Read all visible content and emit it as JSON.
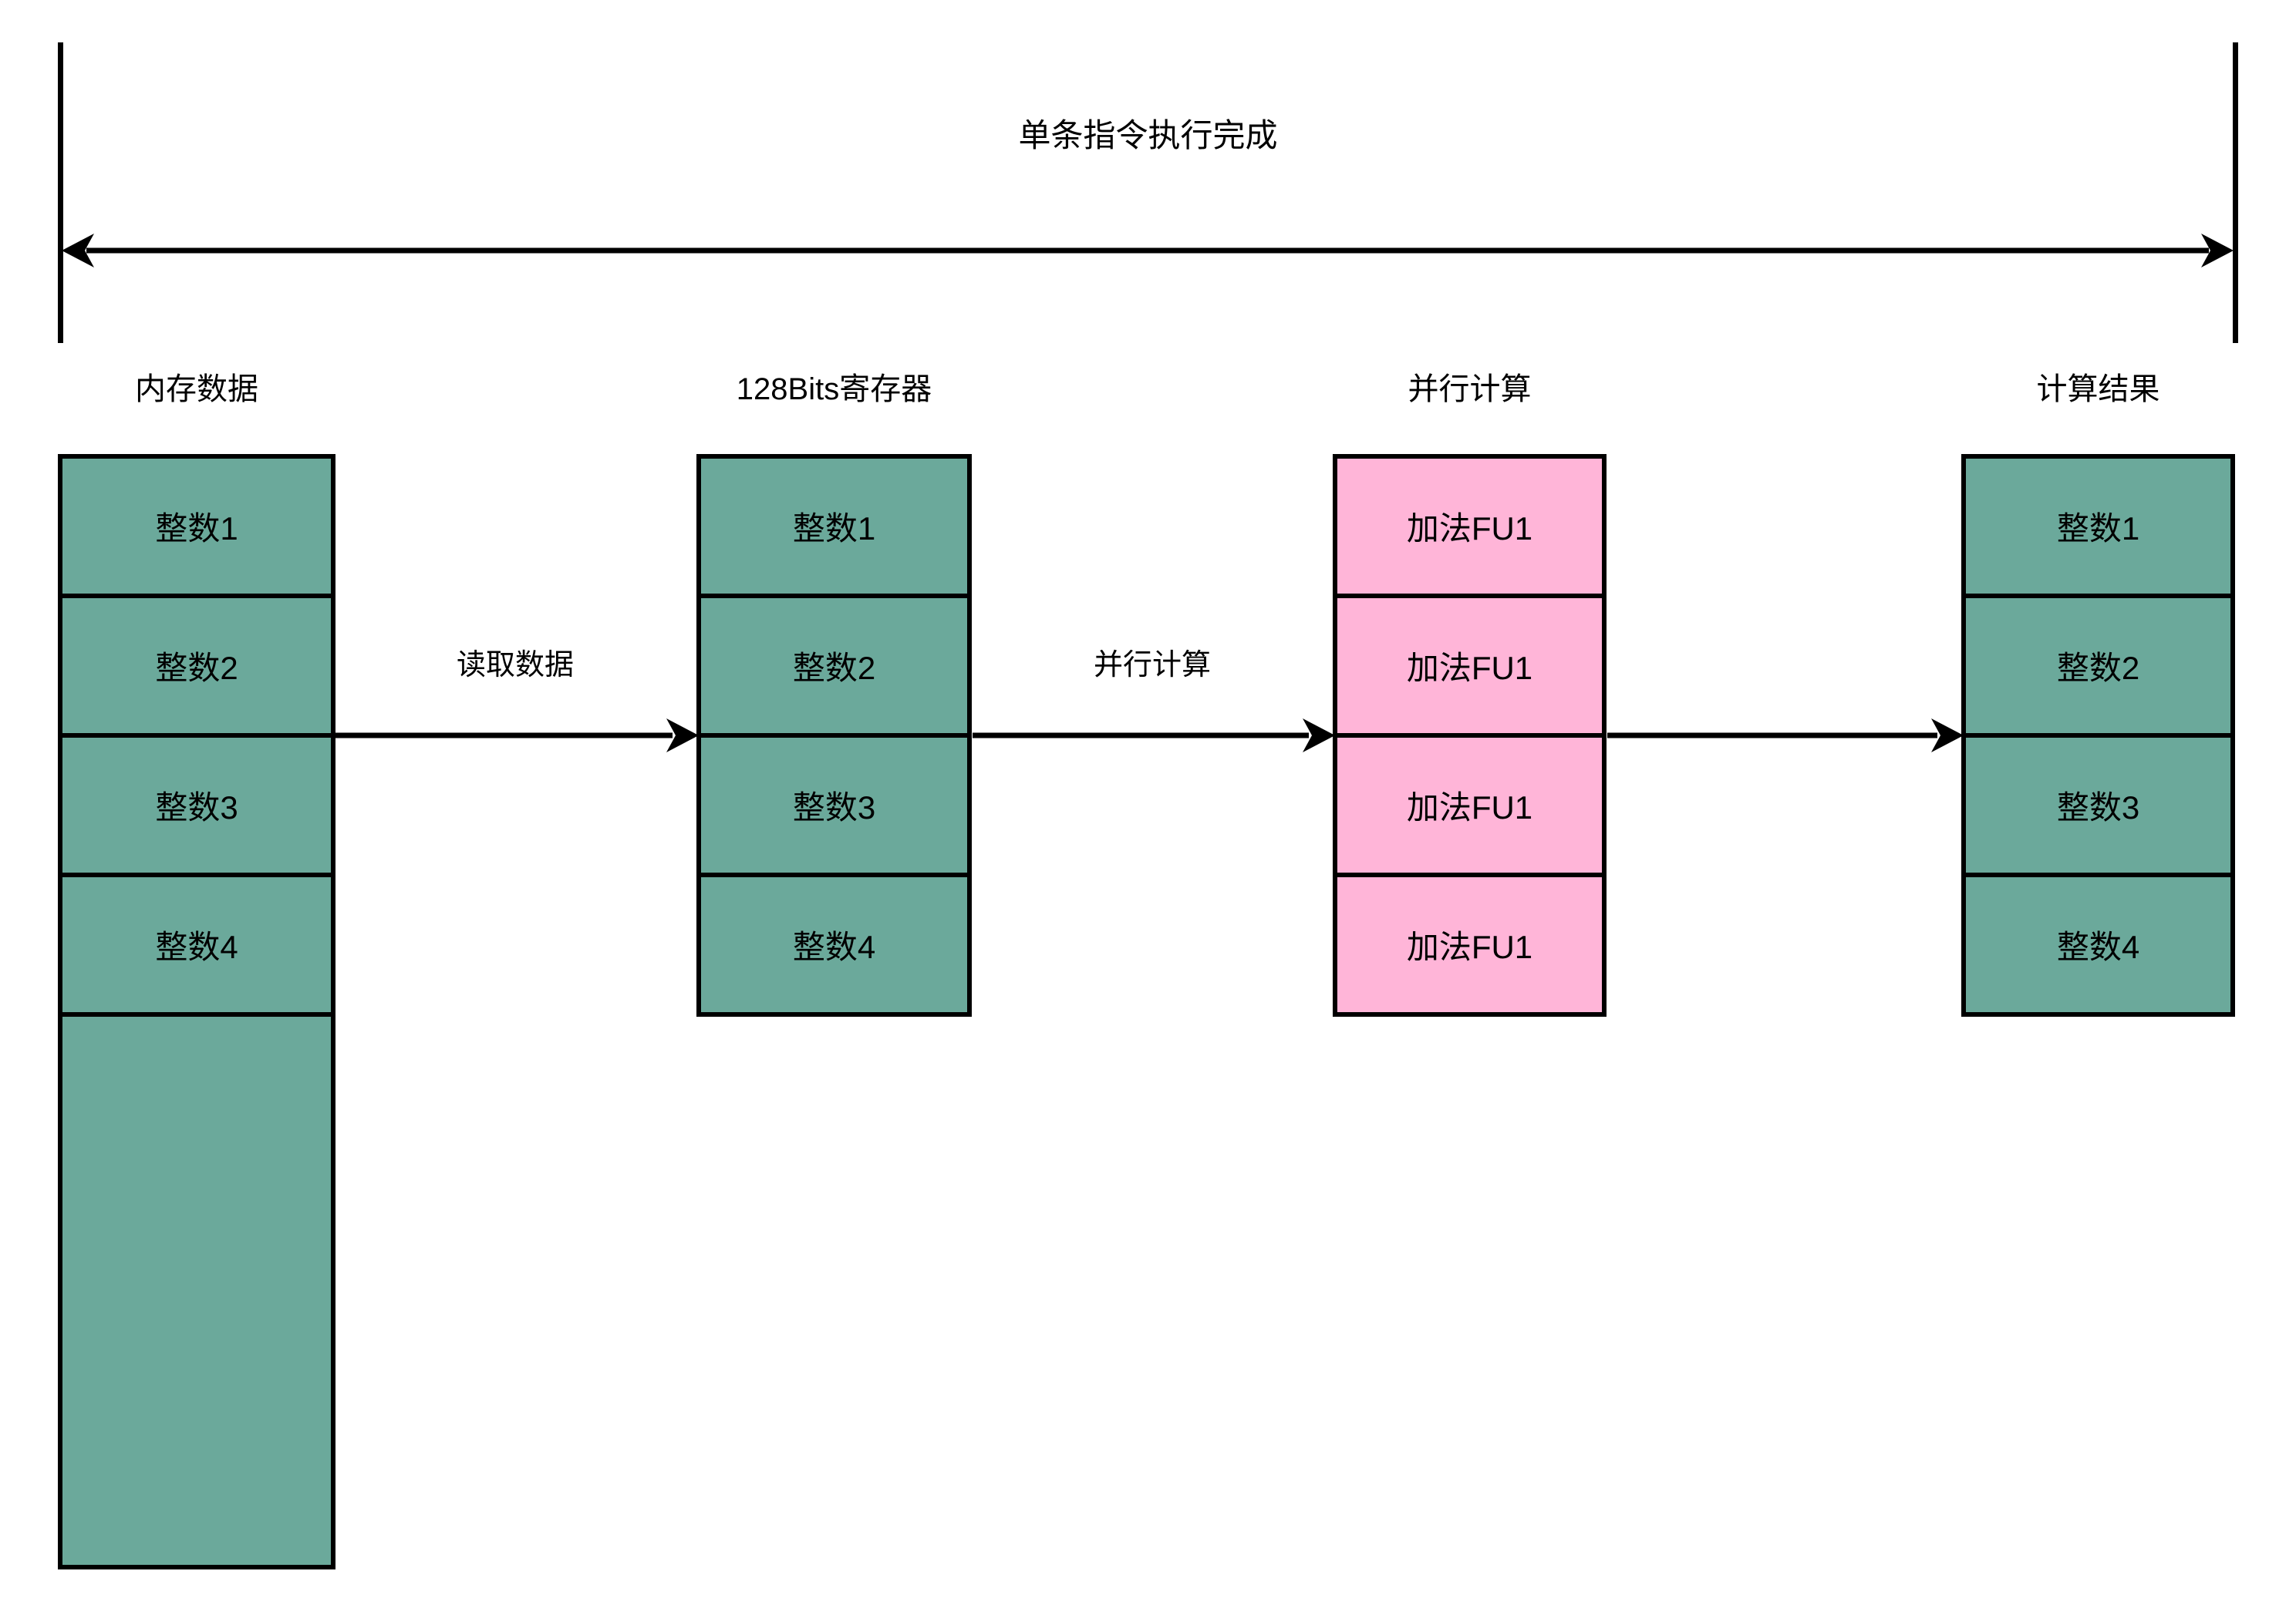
{
  "diagram": {
    "timeline_label": "单条指令执行完成",
    "flow_arrows": {
      "read_data_label": "读取数据",
      "parallel_compute_label": "并行计算"
    },
    "columns": [
      {
        "header": "内存数据",
        "cells": [
          "整数1",
          "整数2",
          "整数3",
          "整数4"
        ]
      },
      {
        "header": "128Bits寄存器",
        "cells": [
          "整数1",
          "整数2",
          "整数3",
          "整数4"
        ]
      },
      {
        "header": "并行计算",
        "cells": [
          "加法FU1",
          "加法FU1",
          "加法FU1",
          "加法FU1"
        ]
      },
      {
        "header": "计算结果",
        "cells": [
          "整数1",
          "整数2",
          "整数3",
          "整数4"
        ]
      }
    ],
    "colors": {
      "teal_cell": "#6BA99B",
      "pink_cell": "#FFB5D8",
      "line": "#000000",
      "background": "#FFFFFF"
    }
  }
}
